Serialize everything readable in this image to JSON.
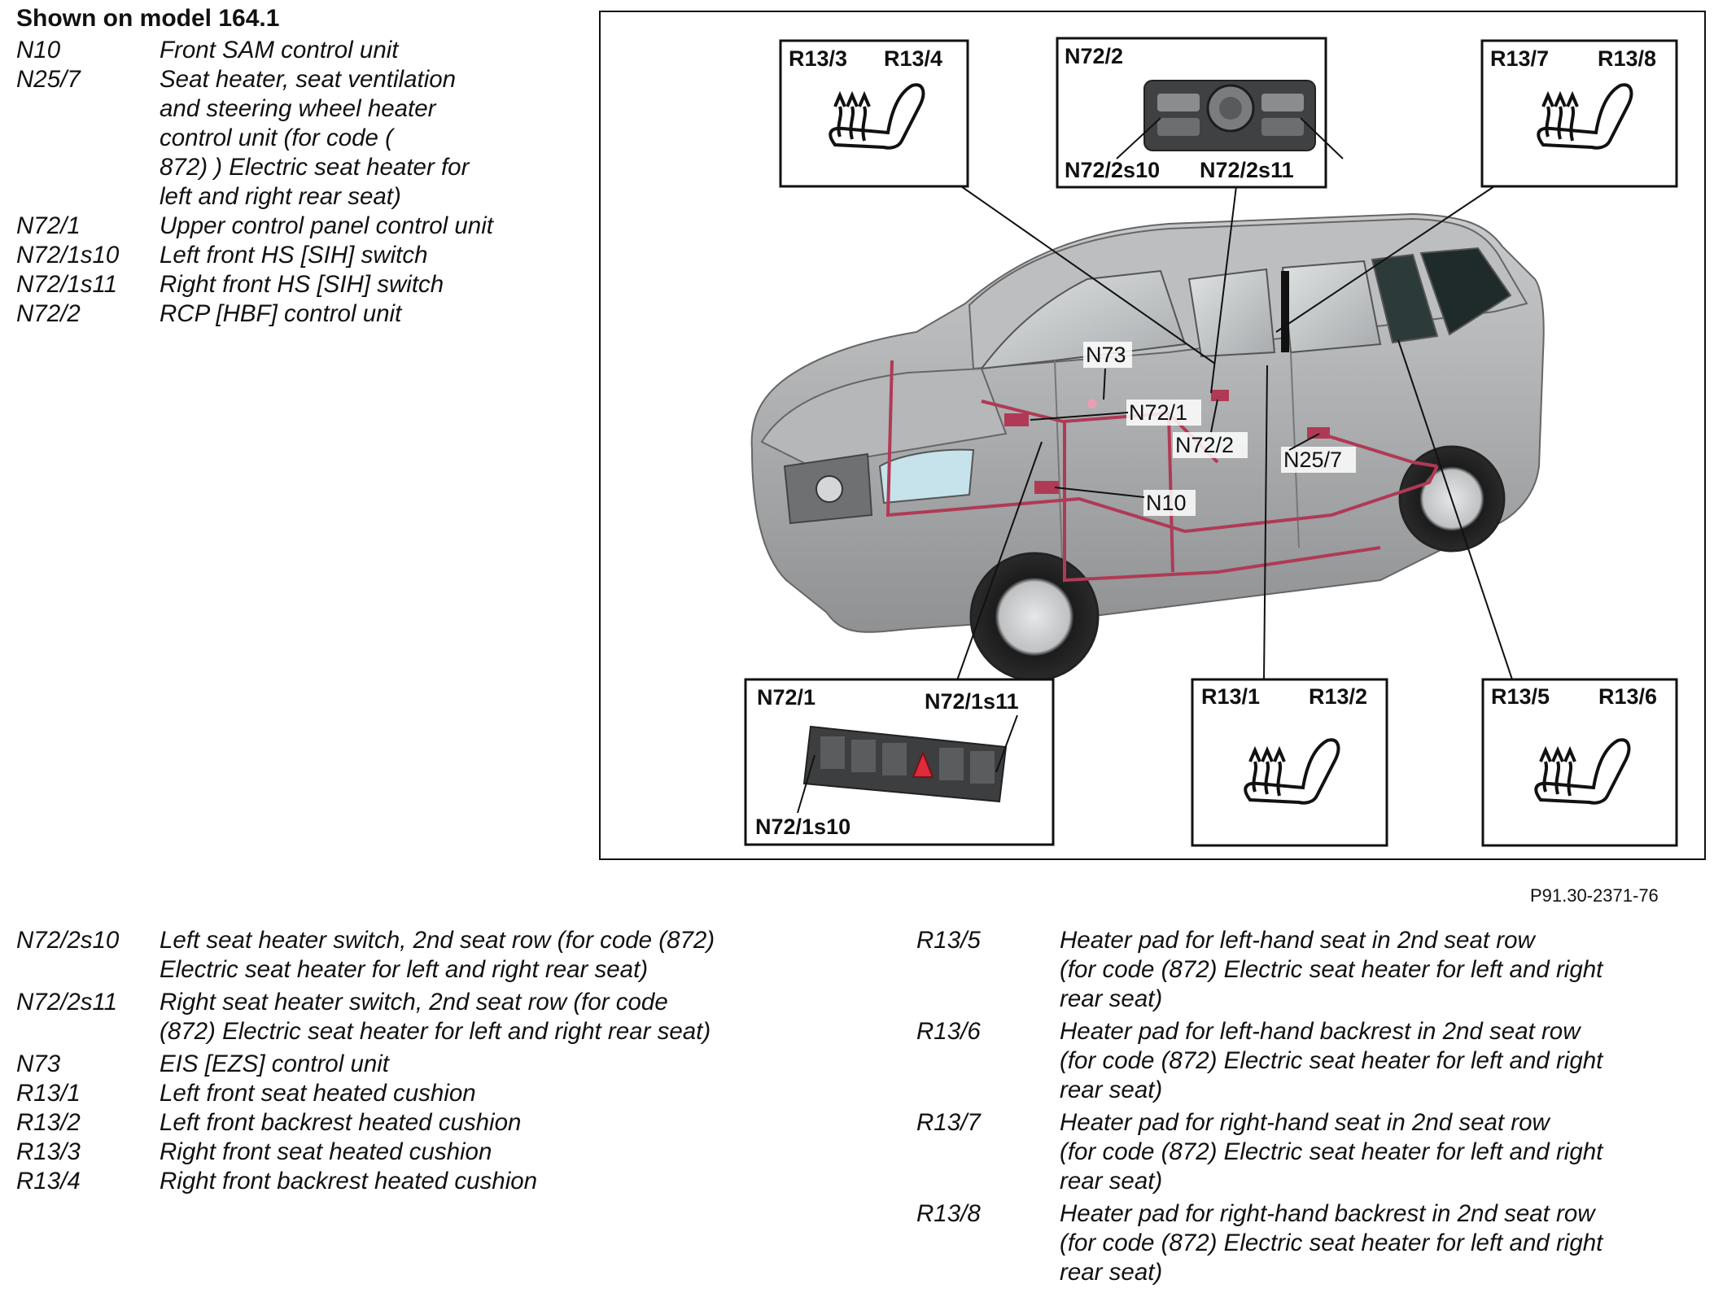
{
  "header": {
    "title": "Shown on model 164.1"
  },
  "legend_top": [
    {
      "code": "N10",
      "desc": "Front SAM control unit"
    },
    {
      "code": "N25/7",
      "desc": "Seat heater, seat ventilation\nand steering wheel heater\ncontrol unit (for code (\n872) ) Electric seat heater for\nleft and right rear seat)"
    },
    {
      "code": "N72/1",
      "desc": "Upper control panel control unit"
    },
    {
      "code": "N72/1s10",
      "desc": "Left front HS [SIH] switch"
    },
    {
      "code": "N72/1s11",
      "desc": "Right front HS [SIH] switch"
    },
    {
      "code": "N72/2",
      "desc": "RCP [HBF] control unit"
    }
  ],
  "legend_bottom_left": [
    {
      "code": "N72/2s10",
      "desc": "Left seat heater switch, 2nd seat row (for code (872)\nElectric seat heater for left and right rear seat)"
    },
    {
      "code": "N72/2s11",
      "desc": "Right seat heater switch, 2nd seat row (for code\n(872) Electric seat heater for left and right rear seat)"
    },
    {
      "code": "N73",
      "desc": "EIS [EZS] control unit"
    },
    {
      "code": "R13/1",
      "desc": "Left front seat heated cushion"
    },
    {
      "code": "R13/2",
      "desc": "Left front backrest heated cushion"
    },
    {
      "code": "R13/3",
      "desc": "Right front seat heated cushion"
    },
    {
      "code": "R13/4",
      "desc": "Right front backrest heated cushion"
    }
  ],
  "legend_bottom_right": [
    {
      "code": "R13/5",
      "desc": "Heater pad for left-hand seat in 2nd seat row\n(for code (872) Electric seat heater for left and right\nrear seat)"
    },
    {
      "code": "R13/6",
      "desc": "Heater pad for left-hand backrest in 2nd seat row\n(for code (872) Electric seat heater for left and right\nrear seat)"
    },
    {
      "code": "R13/7",
      "desc": "Heater pad for right-hand seat in 2nd seat row\n(for code (872) Electric seat heater for left and right\nrear seat)"
    },
    {
      "code": "R13/8",
      "desc": "Heater pad for right-hand backrest in 2nd seat row\n(for code (872) Electric seat heater for left and right\nrear seat)"
    }
  ],
  "diagram": {
    "box_r13_3_4": {
      "left": "R13/3",
      "right": "R13/4"
    },
    "box_n72_2": {
      "title": "N72/2",
      "left": "N72/2s10",
      "right": "N72/2s11"
    },
    "box_r13_7_8": {
      "left": "R13/7",
      "right": "R13/8"
    },
    "box_n72_1": {
      "title": "N72/1",
      "right": "N72/1s11",
      "bottom": "N72/1s10"
    },
    "box_r13_1_2": {
      "left": "R13/1",
      "right": "R13/2"
    },
    "box_r13_5_6": {
      "left": "R13/5",
      "right": "R13/6"
    },
    "callouts": {
      "n73": "N73",
      "n72_1": "N72/1",
      "n72_2": "N72/2",
      "n25_7": "N25/7",
      "n10": "N10"
    },
    "colors": {
      "wiring": "#b03a55",
      "body": "#a9abad",
      "frame": "#111111"
    }
  },
  "figure_id": "P91.30-2371-76"
}
